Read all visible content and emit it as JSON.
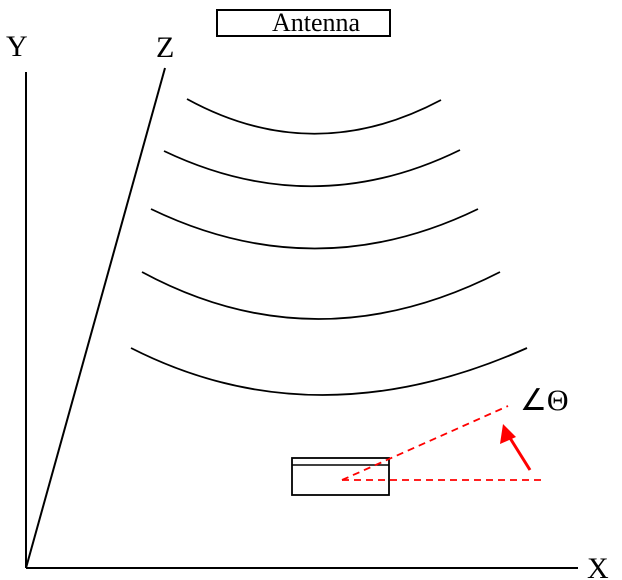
{
  "diagram": {
    "antenna_label": "Antenna",
    "axes": {
      "x_label": "X",
      "y_label": "Y",
      "z_label": "Z"
    },
    "angle_label": "∠Θ",
    "colors": {
      "line": "#000000",
      "angle_indicator": "#ff0000"
    }
  }
}
